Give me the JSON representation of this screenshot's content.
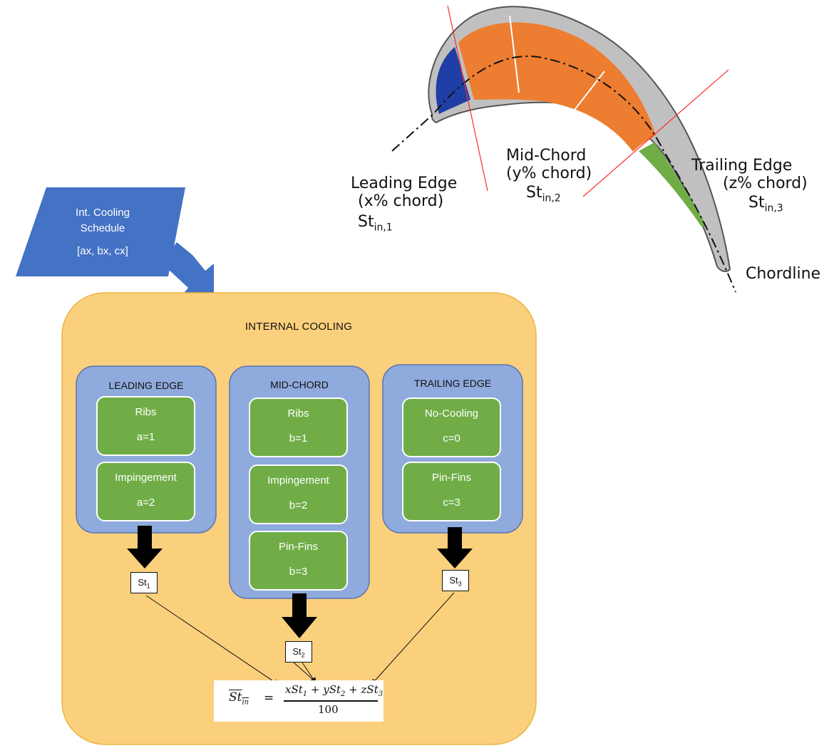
{
  "airfoil": {
    "leading_edge": {
      "title": "Leading Edge",
      "chord": "(x% chord)",
      "st": "St",
      "st_sub": "in,1"
    },
    "mid_chord": {
      "title": "Mid-Chord",
      "chord": "(y% chord)",
      "st": "St",
      "st_sub": "in,2"
    },
    "trailing_edge": {
      "title": "Trailing Edge",
      "chord": "(z% chord)",
      "st": "St",
      "st_sub": "in,3"
    },
    "chordline": "Chordline",
    "colors": {
      "leading": "#1f3fa6",
      "mid": "#ed7d31",
      "trailing": "#70ad47",
      "shell": "#c0c0c0",
      "cut_lines": "#ff2a2a"
    }
  },
  "schedule": {
    "line1": "Int. Cooling",
    "line2": "Schedule",
    "line3": "[ax, bx, cx]",
    "color": "#4472c4"
  },
  "internal_cooling": {
    "title": "INTERNAL COOLING",
    "panel_color": "#fbd07c",
    "groups": [
      {
        "title": "LEADING EDGE",
        "options": [
          {
            "name": "Ribs",
            "value": "a=1"
          },
          {
            "name": "Impingement",
            "value": "a=2"
          }
        ],
        "st": "St",
        "st_sub": "1"
      },
      {
        "title": "MID-CHORD",
        "options": [
          {
            "name": "Ribs",
            "value": "b=1"
          },
          {
            "name": "Impingement",
            "value": "b=2"
          },
          {
            "name": "Pin-Fins",
            "value": "b=3"
          }
        ],
        "st": "St",
        "st_sub": "2"
      },
      {
        "title": "TRAILING EDGE",
        "options": [
          {
            "name": "No-Cooling",
            "value": "c=0"
          },
          {
            "name": "Pin-Fins",
            "value": "c=3"
          }
        ],
        "st": "St",
        "st_sub": "3"
      }
    ],
    "group_color": "#8faadc",
    "option_color": "#70ad47"
  },
  "formula": {
    "lhs": "St",
    "lhs_sub": "in",
    "eq": "=",
    "num_x": "xSt",
    "sub1": "1",
    "plus1": " + ySt",
    "sub2": "2",
    "plus2": " + zSt",
    "sub3": "3",
    "den": "100"
  }
}
